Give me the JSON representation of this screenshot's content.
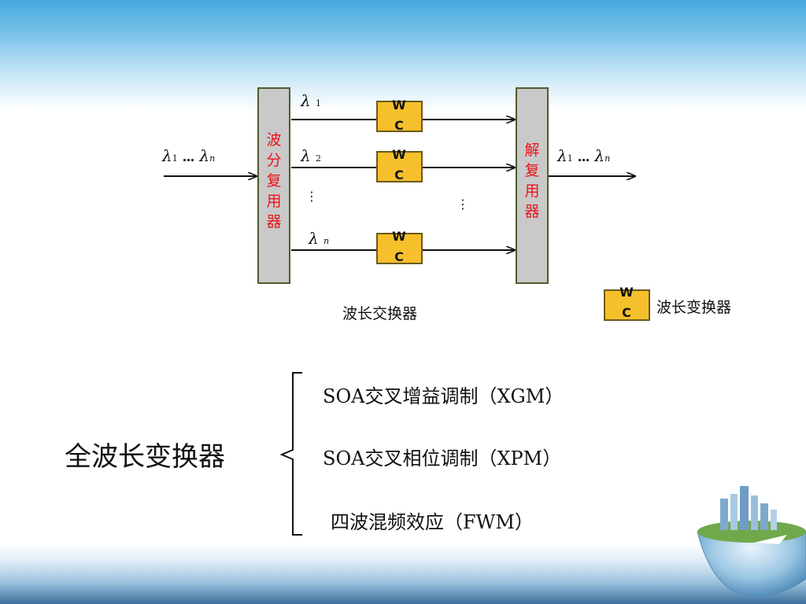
{
  "diagram": {
    "mux_label": "波\n分\n复\n用\n器",
    "demux_label": "解\n复\n用\n器",
    "input_label": {
      "sym": "λ",
      "sub_first": "1",
      "dots": "…",
      "sub_last": "n"
    },
    "output_label": {
      "sym": "λ",
      "sub_first": "1",
      "dots": "…",
      "sub_last": "n"
    },
    "channels": [
      {
        "sym": "λ",
        "sub": "1",
        "box": "W\nC"
      },
      {
        "sym": "λ",
        "sub": "2",
        "box": "W\nC"
      },
      {
        "sym": "λ",
        "sub": "n",
        "box": "W\nC"
      }
    ],
    "vertical_dots": "⋮",
    "caption": "波长交换器",
    "legend": {
      "box": "W\nC",
      "label": "波长变换器"
    }
  },
  "summary": {
    "title": "全波长变换器",
    "items": [
      "SOA交叉增益调制（XGM）",
      "SOA交叉相位调制（XPM）",
      "四波混频效应（FWM）"
    ]
  },
  "colors": {
    "mux_fill": "#c9c9c9",
    "wc_fill": "#f5c02b",
    "mux_text": "#e8141b",
    "header_blue": "#44a9dd"
  }
}
